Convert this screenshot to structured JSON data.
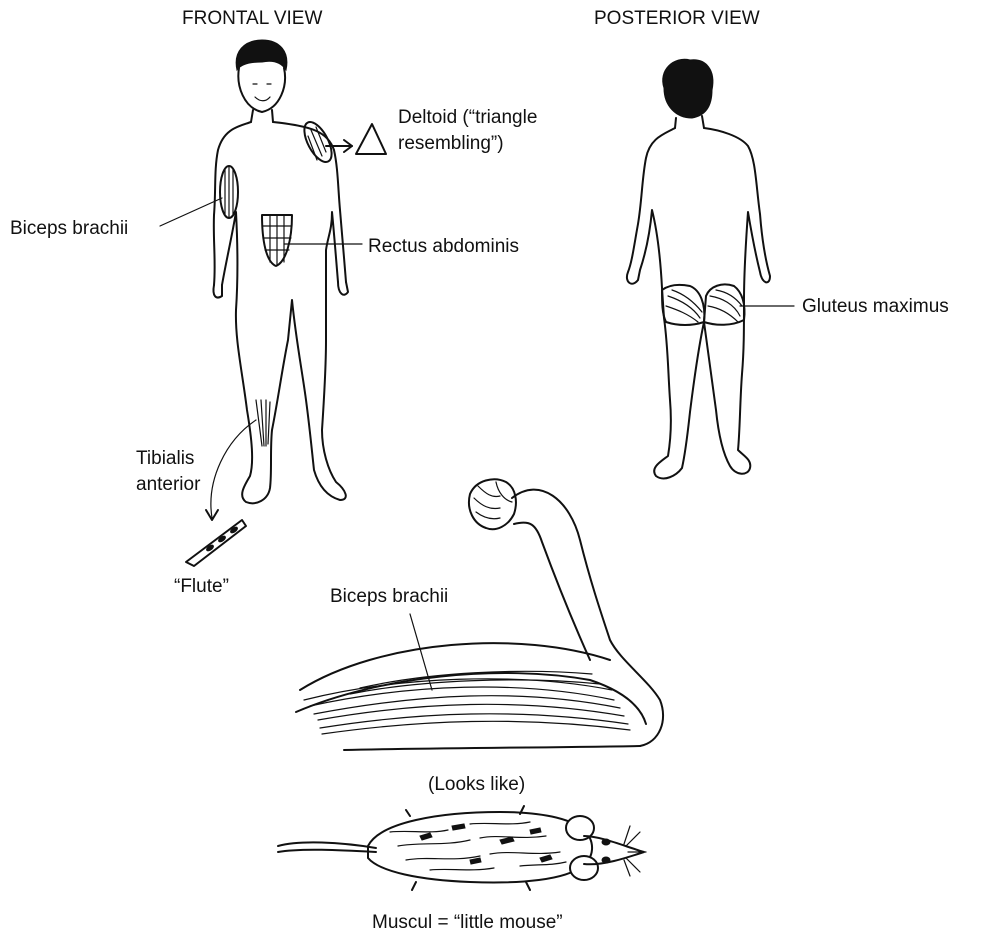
{
  "views": {
    "frontal": "FRONTAL VIEW",
    "posterior": "POSTERIOR VIEW"
  },
  "labels": {
    "deltoid_line1": "Deltoid (“triangle",
    "deltoid_line2": "resembling”)",
    "biceps_brachii": "Biceps brachii",
    "rectus_abdominis": "Rectus abdominis",
    "gluteus_maximus": "Gluteus maximus",
    "tibialis_line1": "Tibialis",
    "tibialis_line2": "anterior",
    "flute": "“Flute”",
    "arm_biceps": "Biceps brachii",
    "looks_like": "(Looks like)",
    "mouse_caption": "Muscul = “little mouse”"
  },
  "colors": {
    "ink": "#111111",
    "background": "#ffffff"
  }
}
